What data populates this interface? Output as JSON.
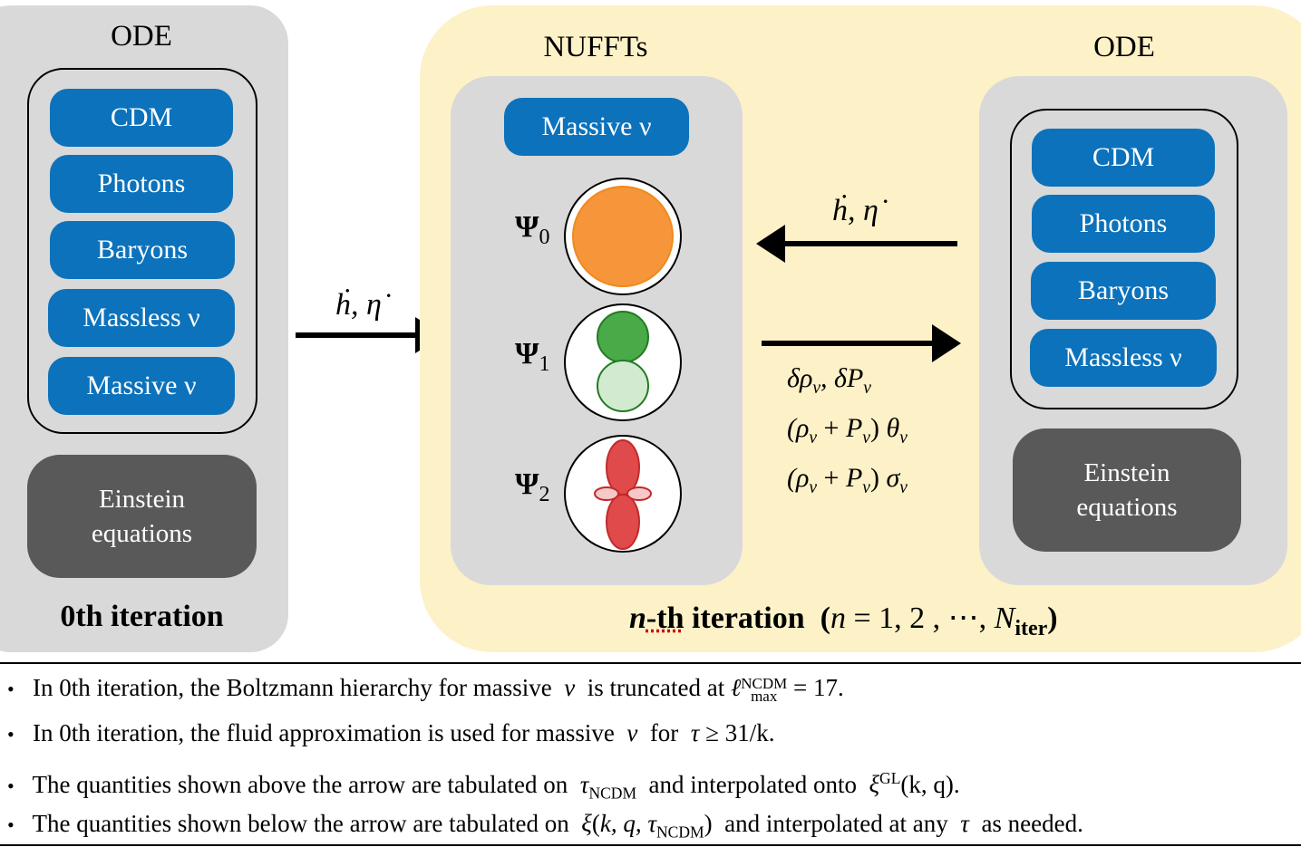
{
  "left_panel": {
    "title": "ODE",
    "components": [
      "CDM",
      "Photons",
      "Baryons",
      "Massless ν",
      "Massive ν"
    ],
    "einstein": [
      "Einstein",
      "equations"
    ],
    "footer": "0th iteration"
  },
  "middle_panel": {
    "title": "NUFFTs",
    "chip": "Massive ν",
    "multipoles": [
      {
        "symbol": "Ψ",
        "index": "0"
      },
      {
        "symbol": "Ψ",
        "index": "1"
      },
      {
        "symbol": "Ψ",
        "index": "2"
      }
    ]
  },
  "right_panel": {
    "title": "ODE",
    "components": [
      "CDM",
      "Photons",
      "Baryons",
      "Massless ν"
    ],
    "einstein": [
      "Einstein",
      "equations"
    ]
  },
  "arrows": {
    "input_label": "ḣ, η̇",
    "feedback_label": "ḣ, η̇",
    "output_lines": [
      "δρ",
      "(ρ",
      "(ρ"
    ]
  },
  "footer": {
    "iteration_prefix": "n",
    "iteration_th": "-th",
    "iteration_word": "iteration",
    "iteration_range_prefix": "(",
    "iteration_n": "n",
    "iteration_eq": "= 1, 2 , ⋯,",
    "iteration_N": "N",
    "iteration_sub": "iter",
    "iteration_close": ")"
  },
  "notes": [
    {
      "a": "In 0th iteration, the Boltzmann hierarchy for massive",
      "b": "is truncated at",
      "c": "= 17."
    },
    {
      "a": "In 0th iteration, the fluid approximation is used for massive",
      "b": "for",
      "c": "≥ 31/k."
    },
    {
      "a": "The quantities shown above the arrow are tabulated on",
      "b": "and interpolated onto",
      "c": "(k, q)."
    },
    {
      "a": "The quantities shown below the arrow are tabulated on",
      "b": "and interpolated at any",
      "c": "as needed."
    }
  ],
  "colors": {
    "panel_gray": "#d9d9d9",
    "panel_yellow": "#fdf1c8",
    "chip_blue": "#0c72bb",
    "einstein_gray": "#595959",
    "psi0_fill": "#f7953b",
    "psi1_fill": "#4aaa48",
    "psi2_fill": "#e04a4a"
  }
}
